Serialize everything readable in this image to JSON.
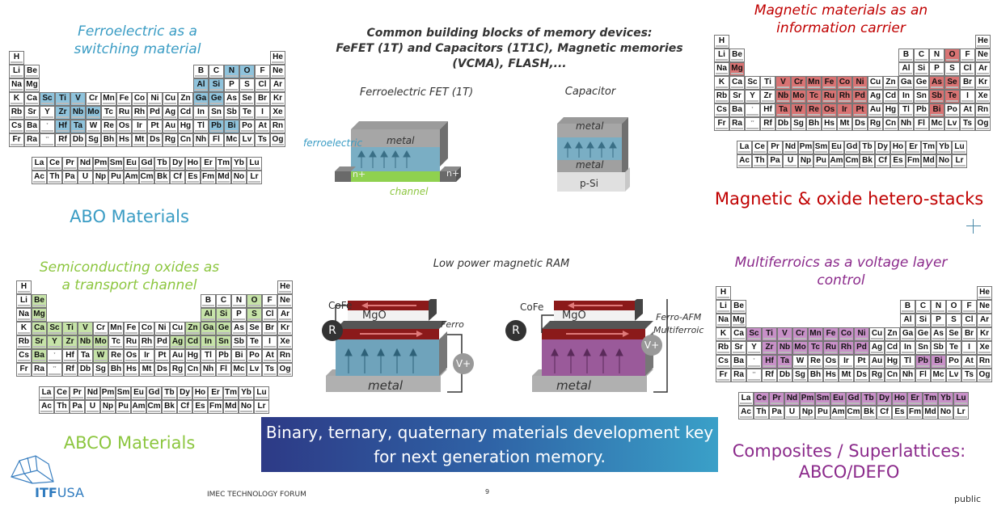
{
  "colors": {
    "blue": "#3a9cc4",
    "blue_hl": "#8fc3dc",
    "green": "#8cc63f",
    "green_hl": "#c6e3a8",
    "red": "#c00000",
    "red_hl": "#d97373",
    "purple": "#8b2a8b",
    "purple_hl": "#c890c8"
  },
  "panels": {
    "ferroelectric": {
      "title_line1": "Ferroelectric as a",
      "title_line2": "switching material",
      "label": "ABO Materials",
      "highlight": [
        "Sc",
        "Ti",
        "V",
        "Zr",
        "Nb",
        "Mo",
        "Hf",
        "Ta",
        "N",
        "O",
        "Al",
        "Si",
        "Ga",
        "Ge",
        "Pb",
        "Bi"
      ]
    },
    "semiconducting": {
      "title_line1": "Semiconducting oxides as",
      "title_line2": "a transport channel",
      "label": "ABCO Materials",
      "highlight": [
        "Be",
        "Mg",
        "Ca",
        "Sr",
        "Ba",
        "Sc",
        "Ti",
        "V",
        "Y",
        "Zr",
        "Nb",
        "Mo",
        "W",
        "Zn",
        "Ag",
        "Cd",
        "Al",
        "Si",
        "Ga",
        "Ge",
        "In",
        "Sn",
        "O",
        "S"
      ]
    },
    "magnetic": {
      "title_line1": "Magnetic materials as an",
      "title_line2": "information carrier",
      "label": "Magnetic & oxide hetero-stacks",
      "highlight": [
        "Mg",
        "V",
        "Cr",
        "Mn",
        "Fe",
        "Co",
        "Ni",
        "Nb",
        "Mo",
        "Tc",
        "Ru",
        "Rh",
        "Pd",
        "Ta",
        "W",
        "Re",
        "Os",
        "Ir",
        "Pt",
        "O",
        "As",
        "Se",
        "Sb",
        "Te",
        "Bi"
      ]
    },
    "multiferroic": {
      "title_line1": "Multiferroics as a voltage layer control",
      "title_line2": "",
      "label_line1": "Composites / Superlattices:",
      "label_line2": "ABCO/DEFO",
      "highlight": [
        "Sc",
        "Ti",
        "V",
        "Cr",
        "Mn",
        "Fe",
        "Co",
        "Ni",
        "Zr",
        "Nb",
        "Mo",
        "Tc",
        "Ru",
        "Rh",
        "Pd",
        "Hf",
        "Ta",
        "Pb",
        "Bi",
        "Ce",
        "Pr",
        "Nd",
        "Pm",
        "Sm",
        "Eu",
        "Gd",
        "Tb",
        "Dy",
        "Ho",
        "Er",
        "Tm",
        "Yb",
        "Lu"
      ]
    }
  },
  "center": {
    "heading_line1": "Common building blocks of memory devices:",
    "heading_line2": "FeFET (1T) and Capacitors (1T1C), Magnetic memories",
    "heading_line3": "(VCMA), FLASH,...",
    "fefet": {
      "title": "Ferroelectric FET (1T)",
      "metal": "metal",
      "ferroelectric": "ferroelectric",
      "n_plus": "n+",
      "channel": "channel"
    },
    "capacitor": {
      "title": "Capacitor",
      "metal_top": "metal",
      "metal_bottom": "metal",
      "substrate": "p-Si"
    },
    "mram": {
      "title": "Low power magnetic RAM",
      "cofe": "CoFe",
      "mgo": "MgO",
      "metal": "metal",
      "r": "R",
      "v": "V+",
      "ferro": "Ferro",
      "ferro_afm_line1": "Ferro-AFM",
      "ferro_afm_line2": "Multiferroic"
    }
  },
  "banner": {
    "line1": "Binary, ternary, quaternary materials development key",
    "line2": "for next generation memory."
  },
  "footer": {
    "logo": "ITFUSA",
    "logo_bold": "ITF",
    "logo_light": "USA",
    "forum": "IMEC TECHNOLOGY FORUM",
    "page": "9",
    "classification": "public"
  },
  "periodic_table": {
    "main_rows": [
      [
        "H",
        "",
        "",
        "",
        "",
        "",
        "",
        "",
        "",
        "",
        "",
        "",
        "",
        "",
        "",
        "",
        "",
        "He"
      ],
      [
        "Li",
        "Be",
        "",
        "",
        "",
        "",
        "",
        "",
        "",
        "",
        "",
        "",
        "B",
        "C",
        "N",
        "O",
        "F",
        "Ne"
      ],
      [
        "Na",
        "Mg",
        "",
        "",
        "",
        "",
        "",
        "",
        "",
        "",
        "",
        "",
        "Al",
        "Si",
        "P",
        "S",
        "Cl",
        "Ar"
      ],
      [
        "K",
        "Ca",
        "Sc",
        "Ti",
        "V",
        "Cr",
        "Mn",
        "Fe",
        "Co",
        "Ni",
        "Cu",
        "Zn",
        "Ga",
        "Ge",
        "As",
        "Se",
        "Br",
        "Kr"
      ],
      [
        "Rb",
        "Sr",
        "Y",
        "Zr",
        "Nb",
        "Mo",
        "Tc",
        "Ru",
        "Rh",
        "Pd",
        "Ag",
        "Cd",
        "In",
        "Sn",
        "Sb",
        "Te",
        "I",
        "Xe"
      ],
      [
        "Cs",
        "Ba",
        "*",
        "Hf",
        "Ta",
        "W",
        "Re",
        "Os",
        "Ir",
        "Pt",
        "Au",
        "Hg",
        "Tl",
        "Pb",
        "Bi",
        "Po",
        "At",
        "Rn"
      ],
      [
        "Fr",
        "Ra",
        "**",
        "Rf",
        "Db",
        "Sg",
        "Bh",
        "Hs",
        "Mt",
        "Ds",
        "Rg",
        "Cn",
        "Nh",
        "Fl",
        "Mc",
        "Lv",
        "Ts",
        "Og"
      ]
    ],
    "f_rows": [
      [
        "La",
        "Ce",
        "Pr",
        "Nd",
        "Pm",
        "Sm",
        "Eu",
        "Gd",
        "Tb",
        "Dy",
        "Ho",
        "Er",
        "Tm",
        "Yb",
        "Lu"
      ],
      [
        "Ac",
        "Th",
        "Pa",
        "U",
        "Np",
        "Pu",
        "Am",
        "Cm",
        "Bk",
        "Cf",
        "Es",
        "Fm",
        "Md",
        "No",
        "Lr"
      ]
    ]
  }
}
